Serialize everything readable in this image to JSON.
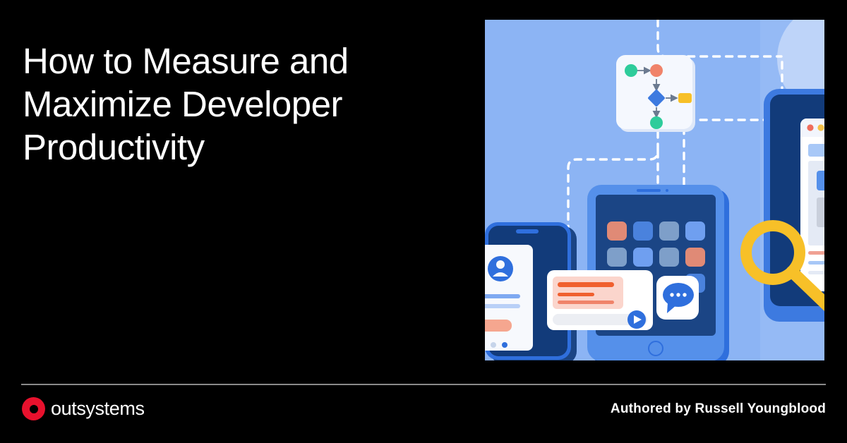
{
  "banner": {
    "background_color": "#000000",
    "title": "How to Measure and Maximize Developer Productivity",
    "divider_color": "#8a8a8a"
  },
  "brand": {
    "logo_name": "outsystems-logo",
    "wordmark": "outsystems",
    "logo_color": "#e8112d"
  },
  "byline": {
    "text": "Authored by Russell Youngblood",
    "author_name": "Russell Youngblood"
  },
  "illustration": {
    "name": "developer-productivity-illustration",
    "background_color": "#8cb4f4",
    "palette": {
      "sky": "#8cb4f4",
      "light_blue": "#a8c8f7",
      "mid_blue": "#3d7ae0",
      "bright_blue": "#2f6fdd",
      "deep_navy": "#123b7a",
      "navy": "#1b4585",
      "dark_navy": "#0e3370",
      "white": "#ffffff",
      "off_white": "#f2f5fc",
      "coral": "#f0836a",
      "salmon": "#fbd5cc",
      "orange": "#f0602f",
      "yellow": "#f7c028",
      "green": "#2ecc9b",
      "red_dot": "#ef6d5c",
      "yellow_dot": "#f5c147",
      "green_dot": "#3ac68f",
      "grey": "#c9cfdb"
    },
    "elements": [
      {
        "name": "flowchart-card",
        "description": "white rounded card with workflow nodes"
      },
      {
        "name": "flow-node-start",
        "shape": "circle",
        "color": "#2ecc9b"
      },
      {
        "name": "flow-node-action",
        "shape": "circle",
        "color": "#f0836a"
      },
      {
        "name": "flow-node-decision",
        "shape": "diamond",
        "color": "#3d7ae0"
      },
      {
        "name": "flow-node-output",
        "shape": "rectangle",
        "color": "#f7c028"
      },
      {
        "name": "flow-node-end",
        "shape": "circle",
        "color": "#2ecc9b"
      },
      {
        "name": "smartphone-device",
        "description": "blue phone with profile card"
      },
      {
        "name": "profile-avatar-icon",
        "color": "#2f6fdd"
      },
      {
        "name": "profile-cta-button",
        "color": "#f5a68f"
      },
      {
        "name": "tablet-device",
        "description": "blue tablet showing app grid"
      },
      {
        "name": "app-grid",
        "rows": 3,
        "columns": 4
      },
      {
        "name": "media-card",
        "description": "white card with salmon text block and play button"
      },
      {
        "name": "play-button-icon",
        "color": "#2f6fdd"
      },
      {
        "name": "chat-bubble-icon",
        "color": "#2f6fdd"
      },
      {
        "name": "browser-window",
        "description": "white browser mock with traffic-light dots"
      },
      {
        "name": "magnifier-icon",
        "color": "#f7c028"
      },
      {
        "name": "dashed-connector-paths",
        "color": "#ffffff"
      }
    ]
  }
}
